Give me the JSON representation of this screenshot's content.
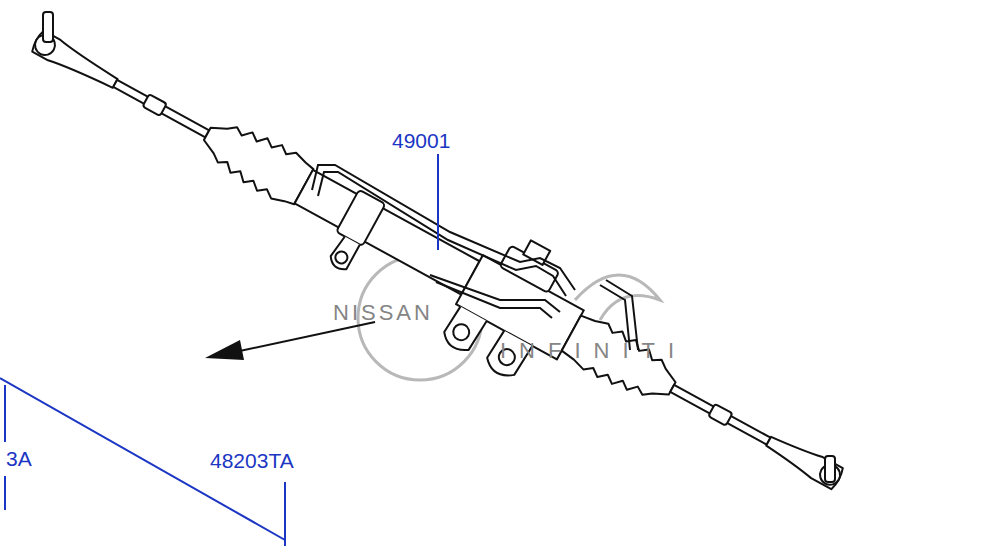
{
  "diagram": {
    "labels": [
      "49001",
      "NISSAN",
      "INFINITI",
      "3A",
      "48203TA"
    ]
  }
}
